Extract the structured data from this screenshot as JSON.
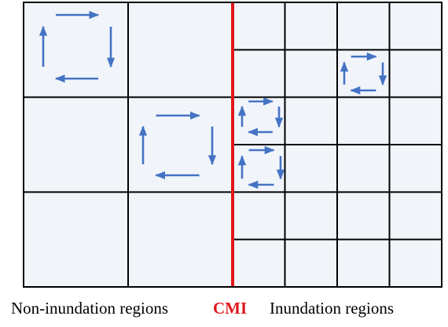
{
  "captions": {
    "non_inundation": "Non-inundation regions",
    "cmi": "CMI",
    "inundation": "Inundation regions"
  },
  "colors": {
    "cell_fill": "#f1f5fa",
    "grid_line": "#000000",
    "cmi_line": "#e0161b",
    "arrow": "#4573c4",
    "caption_text": "#000000"
  },
  "grid": {
    "coarse_cells": {
      "columns": 2,
      "rows": 3
    },
    "fine_cells": {
      "columns": 4,
      "rows": 6
    }
  },
  "circulation_icons": [
    {
      "region": "coarse",
      "direction": "clockwise"
    },
    {
      "region": "coarse",
      "direction": "clockwise"
    },
    {
      "region": "fine",
      "direction": "clockwise"
    },
    {
      "region": "fine",
      "direction": "clockwise"
    },
    {
      "region": "fine",
      "direction": "clockwise"
    }
  ]
}
